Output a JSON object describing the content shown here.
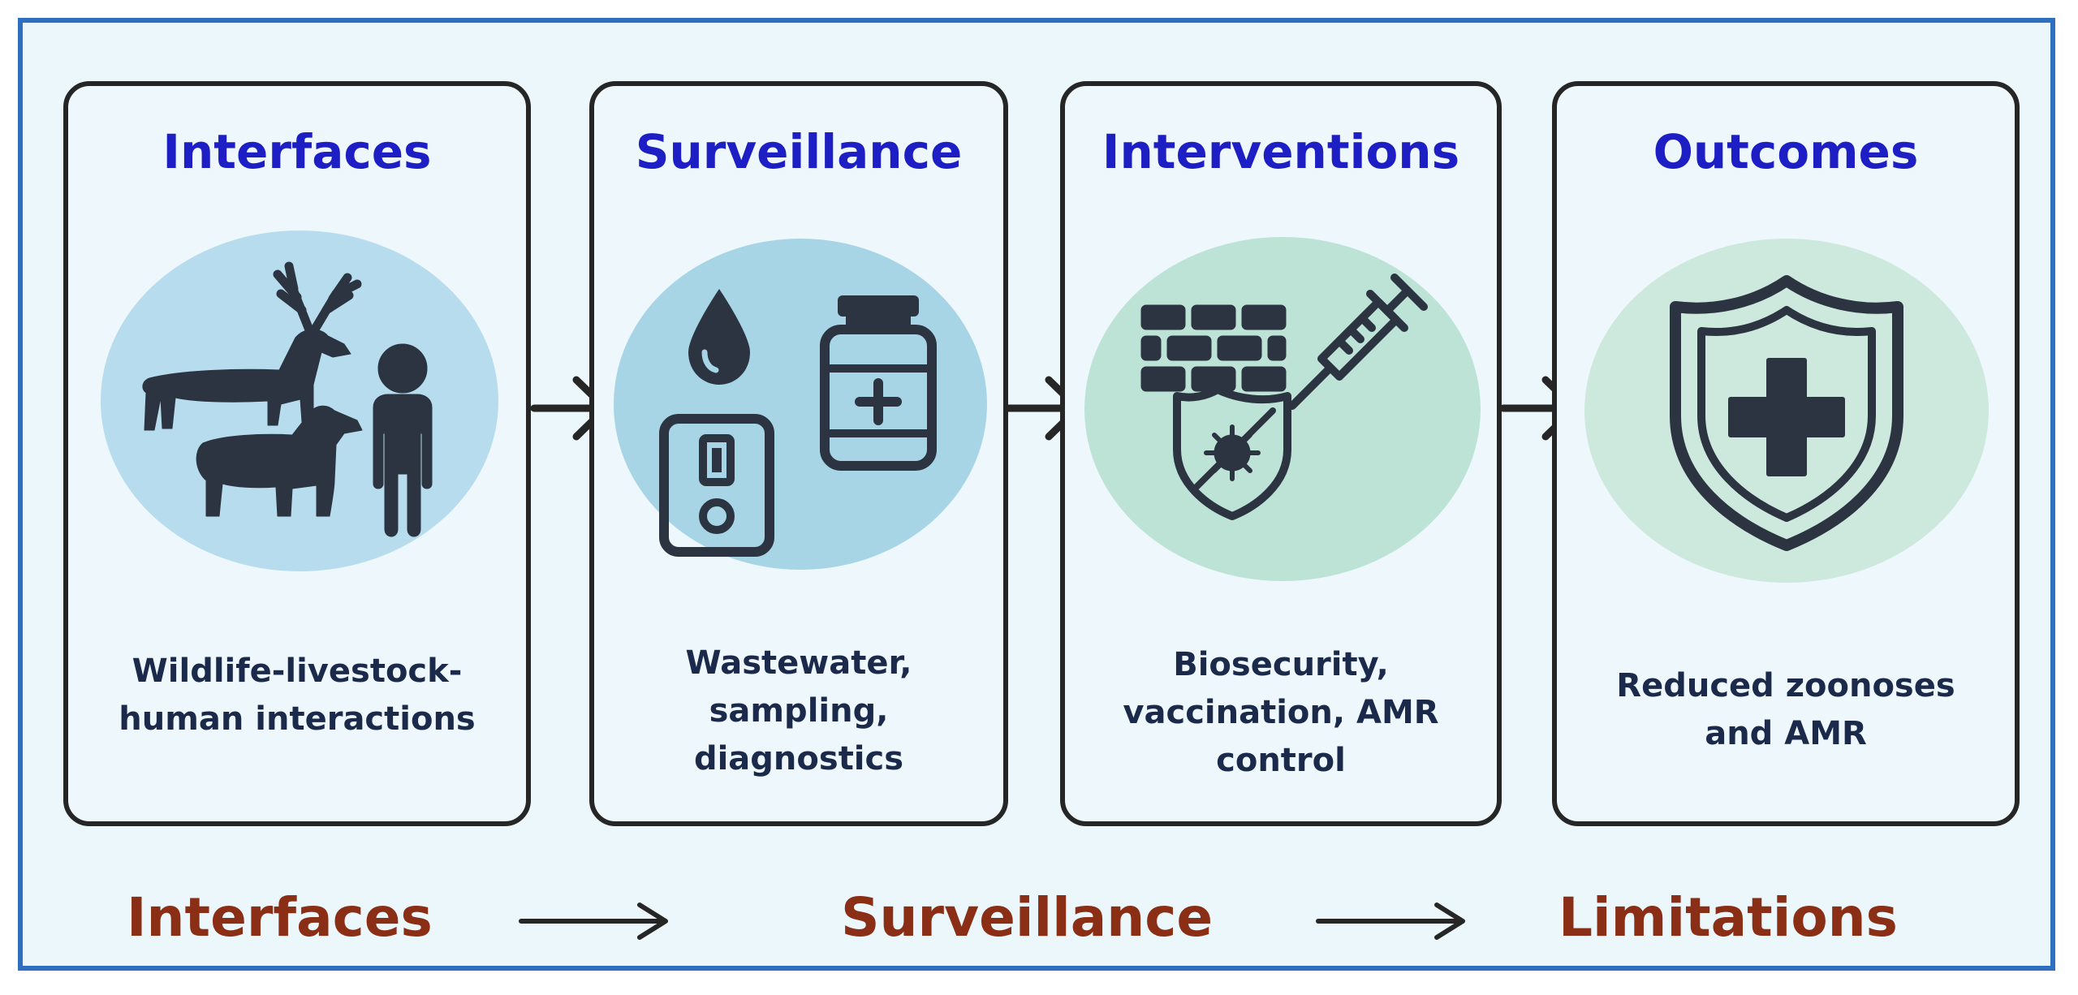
{
  "cards": [
    {
      "title": "Interfaces",
      "description": "Wildlife-livestock-human interactions",
      "icon": "wildlife-livestock-human-icon",
      "circle_color": "#b7dced"
    },
    {
      "title": "Surveillance",
      "description": "Wastewater, sampling, diagnostics",
      "icon": "diagnostics-icon",
      "circle_color": "#a7d5e6"
    },
    {
      "title": "Interventions",
      "description": "Biosecurity, vaccination, AMR control",
      "icon": "biosecurity-vaccination-icon",
      "circle_color": "#bde2d6"
    },
    {
      "title": "Outcomes",
      "description": "Reduced zoonoses and AMR",
      "icon": "shield-plus-icon",
      "circle_color": "#cde9dd"
    }
  ],
  "bottom_flow": {
    "step1": "Interfaces",
    "step2": "Surveillance",
    "step3": "Limitations",
    "arrow_icon": "long-arrow-right-icon"
  },
  "colors": {
    "frame_border": "#2f6fc2",
    "title_text": "#1d1fc4",
    "description_text": "#1b2a4a",
    "bottom_text": "#8a2e16",
    "icon_fill": "#2b3440"
  }
}
